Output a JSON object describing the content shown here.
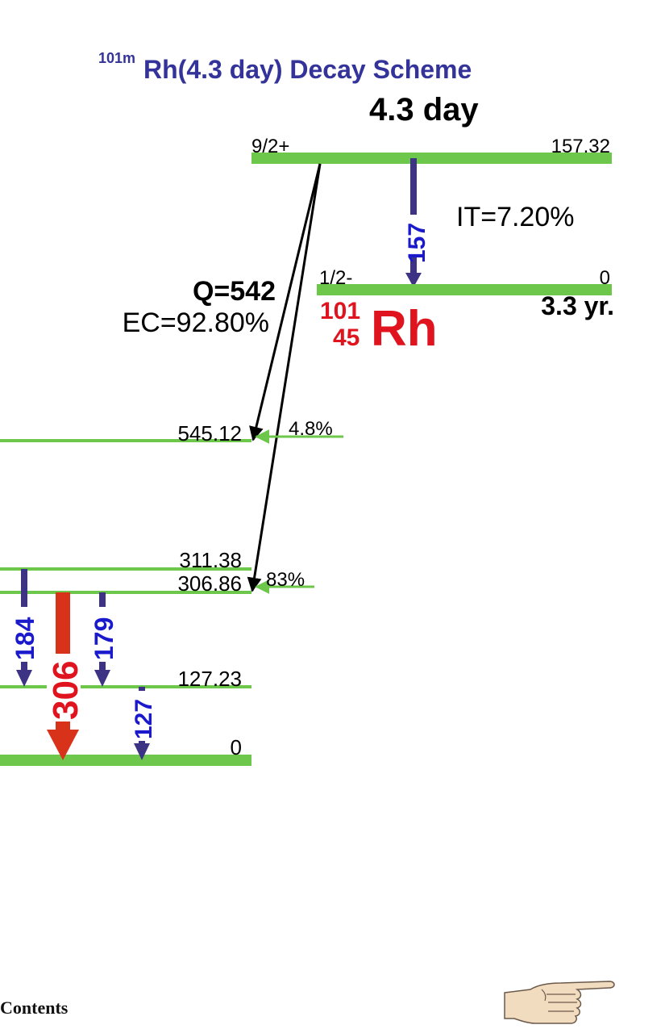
{
  "title": {
    "superscript": "101m",
    "text": "Rh(4.3 day) Decay Scheme"
  },
  "parent": {
    "halflife": "4.3 day",
    "spin": "9/2+",
    "energy": "157.32",
    "it_branch": "IT=7.20%",
    "it_gamma": "157"
  },
  "ground_state": {
    "spin": "1/2-",
    "energy": "0",
    "halflife": "3.3 yr.",
    "mass_number": "101",
    "atomic_number": "45",
    "symbol": "Rh"
  },
  "ec": {
    "q_value": "Q=542",
    "branch": "EC=92.80%"
  },
  "daughter_levels": [
    {
      "energy": "545.12",
      "feeding": "4.8%"
    },
    {
      "energy": "311.38",
      "feeding": ""
    },
    {
      "energy": "306.86",
      "feeding": "83%"
    },
    {
      "energy": "127.23",
      "feeding": ""
    },
    {
      "energy": "0",
      "feeding": ""
    }
  ],
  "gammas": [
    {
      "label": "184",
      "color": "blue"
    },
    {
      "label": "306",
      "color": "red"
    },
    {
      "label": "179",
      "color": "blue"
    },
    {
      "label": "127",
      "color": "blue"
    }
  ],
  "colors": {
    "level": "#6cc74a",
    "gamma_arrow": "#3d3385",
    "gamma_text_blue": "#1a1acc",
    "strong_gamma": "#d9321a",
    "title": "#333399",
    "nuclide": "#e0141e"
  },
  "footer": {
    "contents_link": "Contents",
    "next_icon": "pointing-hand-icon"
  }
}
